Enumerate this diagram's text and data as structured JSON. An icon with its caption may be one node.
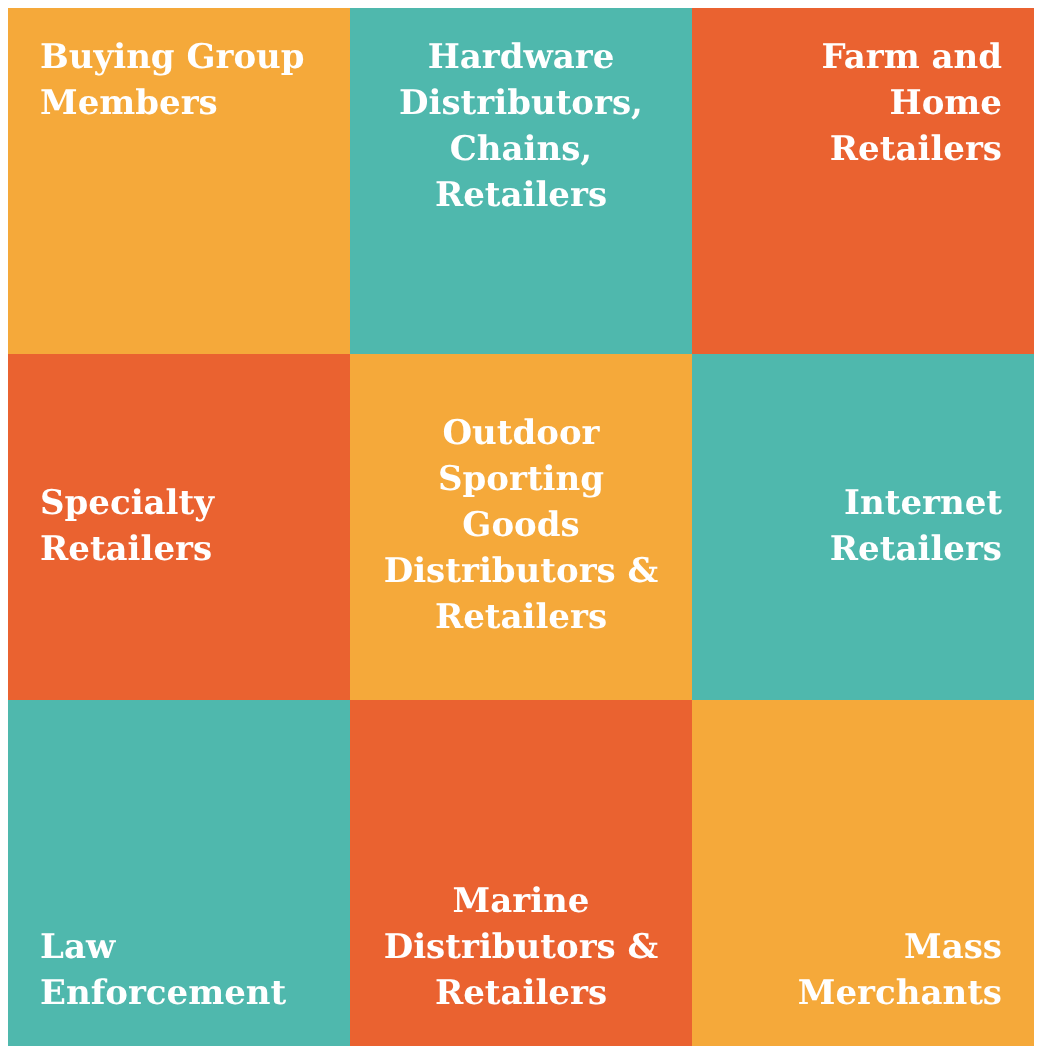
{
  "diagram": {
    "nodes": [
      {
        "text": [
          "Buying Group Members"
        ]
      },
      {
        "text": [
          "Hardware Distributors, Chains, Retailers"
        ]
      },
      {
        "text": [
          "Farm and Home Retailers"
        ]
      },
      {
        "text": [
          "Specialty Retailers"
        ]
      },
      {
        "text": [
          "Outdoor Sporting Goods Distributors & Retailers"
        ]
      },
      {
        "text": [
          "Internet Retailers"
        ]
      },
      {
        "text": [
          "Law Enforcement"
        ]
      },
      {
        "text": [
          "Marine Distributors & Retailers"
        ]
      },
      {
        "text": [
          "Mass Merchants"
        ]
      }
    ]
  }
}
